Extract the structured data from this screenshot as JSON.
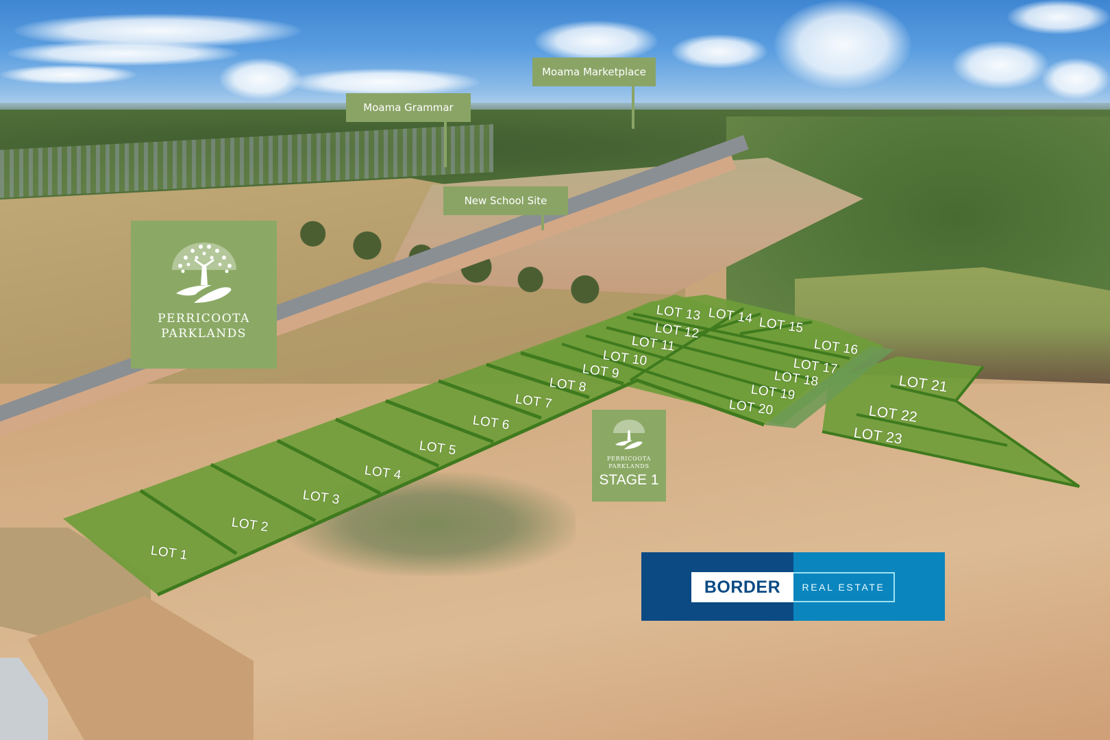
{
  "image": {
    "description": "Aerial drone photo of a residential land subdivision with highlighted green lot overlays",
    "colors": {
      "lot_fill": "#6f9d3a",
      "lot_divider": "#3f7a1e",
      "sign_green": "#8ba965",
      "callout_green": "#8aa466",
      "border_navy": "#0b4a83",
      "border_blue": "#0b85be"
    }
  },
  "callouts": {
    "moama_grammar": "Moama Grammar",
    "moama_marketplace": "Moama Marketplace",
    "new_school_site": "New School Site"
  },
  "brand_sign": {
    "line1": "PERRICOOTA",
    "line2": "PARKLANDS",
    "icon": "tree-and-path-logo-icon"
  },
  "stage_sign": {
    "line1": "PERRICOOTA",
    "line2": "PARKLANDS",
    "stage": "STAGE 1",
    "icon": "tree-and-path-logo-icon"
  },
  "agency_logo": {
    "name": "BORDER",
    "subtitle": "REAL ESTATE"
  },
  "lots": [
    {
      "label": "LOT 1"
    },
    {
      "label": "LOT 2"
    },
    {
      "label": "LOT 3"
    },
    {
      "label": "LOT 4"
    },
    {
      "label": "LOT 5"
    },
    {
      "label": "LOT 6"
    },
    {
      "label": "LOT 7"
    },
    {
      "label": "LOT 8"
    },
    {
      "label": "LOT 9"
    },
    {
      "label": "LOT 10"
    },
    {
      "label": "LOT 11"
    },
    {
      "label": "LOT 12"
    },
    {
      "label": "LOT 13"
    },
    {
      "label": "LOT 14"
    },
    {
      "label": "LOT 15"
    },
    {
      "label": "LOT 16"
    },
    {
      "label": "LOT 17"
    },
    {
      "label": "LOT 18"
    },
    {
      "label": "LOT 19"
    },
    {
      "label": "LOT 20"
    },
    {
      "label": "LOT 21"
    },
    {
      "label": "LOT 22"
    },
    {
      "label": "LOT 23"
    }
  ]
}
